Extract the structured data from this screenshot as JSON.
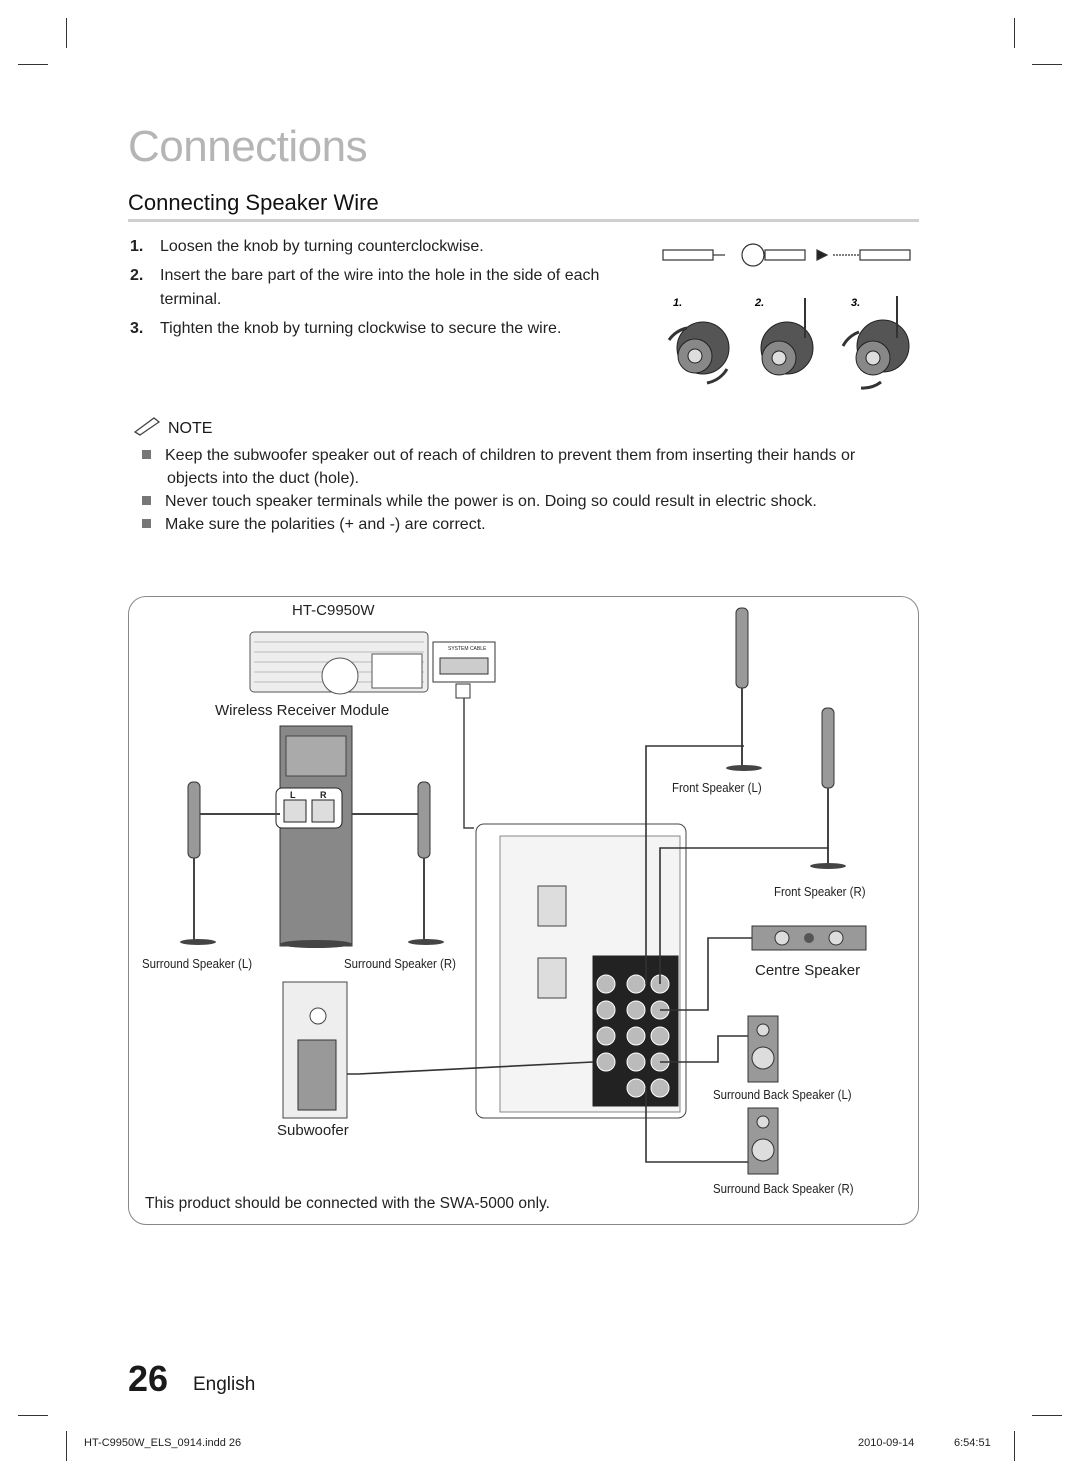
{
  "header": {
    "chapter_title": "Connections",
    "section_title": "Connecting Speaker Wire"
  },
  "steps": [
    {
      "num": "1.",
      "text": "Loosen the knob by turning counterclockwise."
    },
    {
      "num": "2.",
      "text": "Insert the bare part of the wire into the hole in the side of each",
      "cont": "terminal."
    },
    {
      "num": "3.",
      "text": "Tighten the knob by turning clockwise to secure the wire."
    }
  ],
  "step_figure_labels": [
    "1.",
    "2.",
    "3."
  ],
  "note": {
    "title": "NOTE",
    "items": [
      {
        "text": "Keep the subwoofer speaker out of reach of children to prevent them from inserting their hands or",
        "cont": "objects into the duct (hole)."
      },
      {
        "text": "Never touch speaker terminals while the power is on. Doing so could result in electric shock."
      },
      {
        "text": "Make sure the polarities (+ and -) are correct."
      }
    ]
  },
  "diagram": {
    "model": "HT-C9950W",
    "system_cable": "SYSTEM CABLE",
    "wireless_module": "Wireless Receiver Module",
    "front_left": "Front Speaker (L)",
    "front_right": "Front Speaker (R)",
    "centre": "Centre Speaker",
    "surround_left": "Surround Speaker (L)",
    "surround_right": "Surround Speaker (R)",
    "surround_back_left": "Surround Back Speaker (L)",
    "surround_back_right": "Surround Back Speaker (R)",
    "subwoofer": "Subwoofer",
    "terminal_l": "L",
    "terminal_r": "R",
    "caption": "This product should be connected with the SWA-5000 only."
  },
  "page": {
    "number": "26",
    "language": "English"
  },
  "footer": {
    "file": "HT-C9950W_ELS_0914.indd   26",
    "date": "2010-09-14",
    "time": "6:54:51"
  }
}
